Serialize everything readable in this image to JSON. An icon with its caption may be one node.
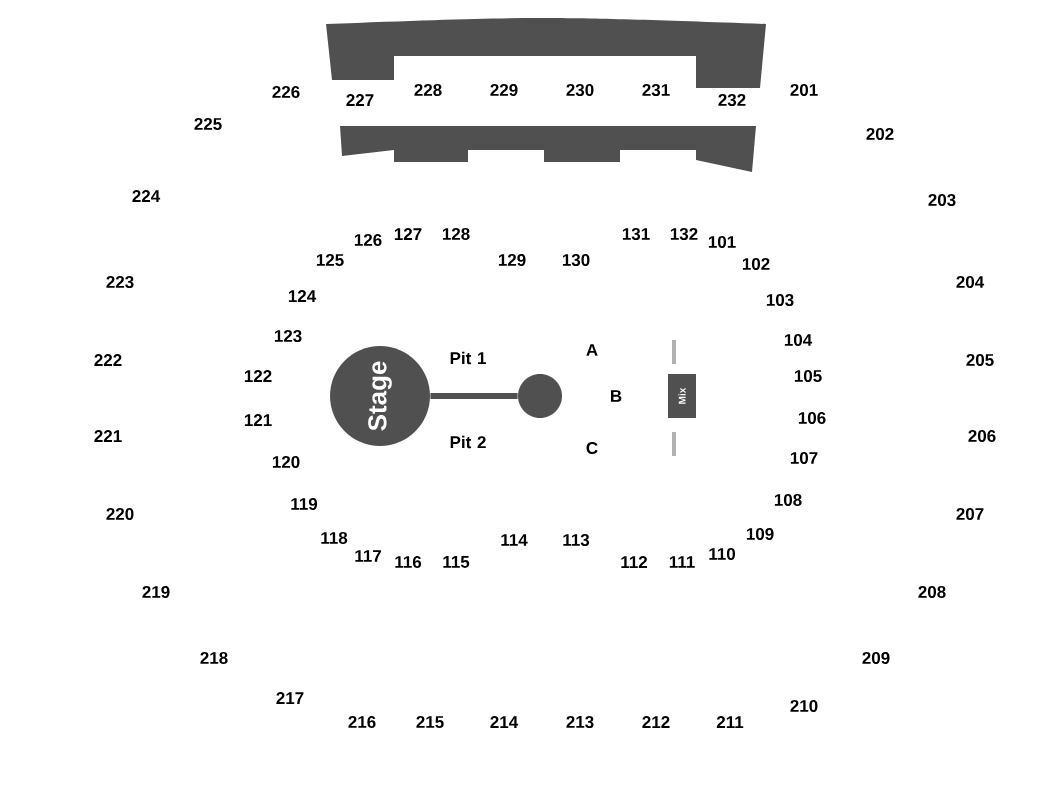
{
  "diagram": {
    "nodes": [
      {
        "text": [
          "Stage"
        ]
      },
      {
        "text": [],
        "shape": "circle"
      },
      {
        "text": [
          "Mix"
        ]
      }
    ],
    "edges": [
      {
        "from": 0,
        "to": 1,
        "arrow": "none"
      }
    ],
    "labels": [
      "226",
      "227",
      "228",
      "229",
      "230",
      "231",
      "232",
      "201",
      "225",
      "202",
      "224",
      "203",
      "126",
      "127",
      "128",
      "131",
      "132",
      "101",
      "125",
      "129",
      "130",
      "102",
      "223",
      "204",
      "124",
      "103",
      "123",
      "104",
      "Pit 1",
      "A",
      "222",
      "205",
      "122",
      "105",
      "B",
      "121",
      "106",
      "Pit 2",
      "C",
      "221",
      "206",
      "120",
      "107",
      "220",
      "119",
      "108",
      "207",
      "118",
      "114",
      "113",
      "109",
      "117",
      "116",
      "115",
      "112",
      "111",
      "110",
      "219",
      "208",
      "218",
      "209",
      "217",
      "210",
      "216",
      "215",
      "214",
      "213",
      "212",
      "211"
    ]
  }
}
